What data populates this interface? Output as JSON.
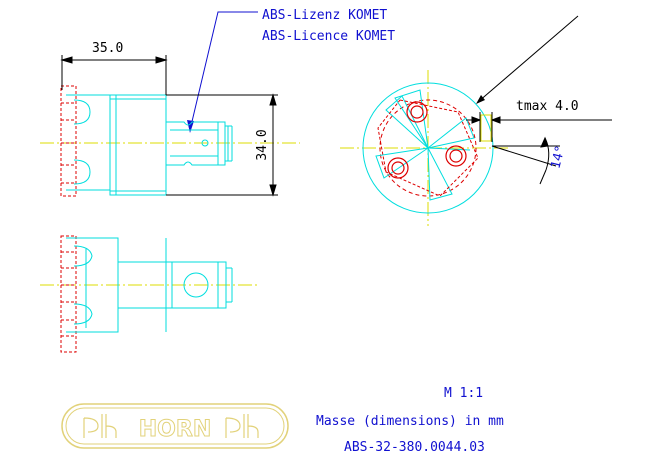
{
  "annotations": {
    "license_de": "ABS-Lizenz KOMET",
    "license_fr": "ABS-Licence KOMET"
  },
  "dimensions": {
    "width": "35.0",
    "diameter": "34.0",
    "tmax": "tmax 4.0",
    "angle": "14°"
  },
  "footer": {
    "scale": "M 1:1",
    "units": "Masse (dimensions) in mm",
    "part_number": "ABS-32-380.0044.03"
  },
  "logo": {
    "brand": "HORN"
  },
  "colors": {
    "outline": "#00dede",
    "hidden": "#dd0000",
    "center": "#dcdc00",
    "dimension": "#000000",
    "annotation": "#1010d0",
    "logo": "#e2d27a"
  }
}
